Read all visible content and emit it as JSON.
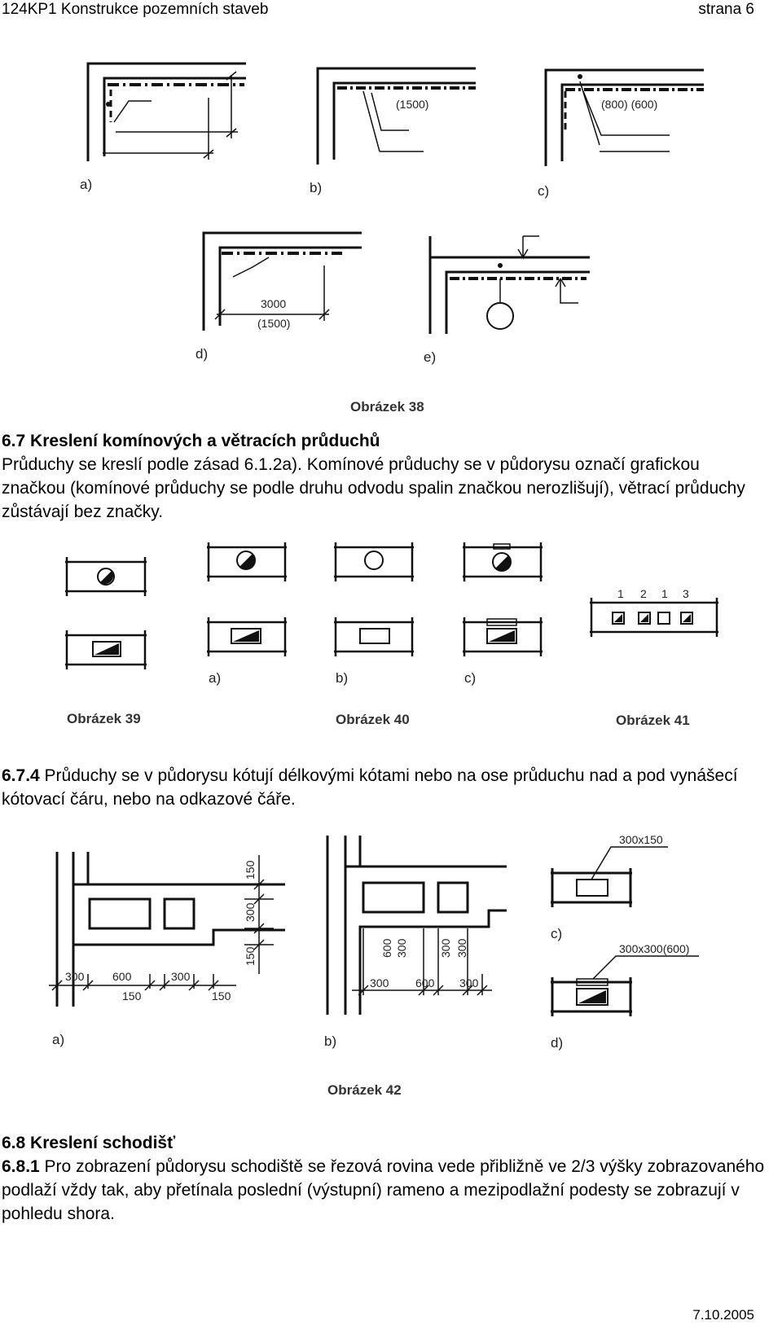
{
  "header": {
    "course": "124KP1  Konstrukce pozemních staveb",
    "page": "strana 6"
  },
  "figure38": {
    "caption": "Obrázek 38",
    "labels": [
      "a)",
      "b)",
      "c)",
      "d)",
      "e)"
    ],
    "dim_b": "(1500)",
    "dim_c": "(800) (600)",
    "dim_d_top": "3000",
    "dim_d_bottom": "(1500)"
  },
  "section_67": {
    "heading": "6.7 Kreslení komínových a větracích průduchů",
    "text": "Průduchy se kreslí podle zásad 6.1.2a). Komínové průduchy se v půdorysu označí grafickou značkou (komínové průduchy se podle druhu odvodu spalin značkou nerozlišují), větrací průduchy zůstávají bez značky."
  },
  "figure39": {
    "caption": "Obrázek 39"
  },
  "figure40": {
    "caption": "Obrázek 40",
    "labels": [
      "a)",
      "b)",
      "c)"
    ]
  },
  "figure41": {
    "caption": "Obrázek 41",
    "numbers": [
      "1",
      "2",
      "1",
      "3"
    ]
  },
  "section_674": {
    "number": "6.7.4",
    "text": " Průduchy se v půdorysu kótují délkovými kótami nebo na ose průduchu nad a pod vynášecí kótovací čáru, nebo na odkazové čáře."
  },
  "figure42": {
    "caption": "Obrázek 42",
    "labels": [
      "a)",
      "b)",
      "c)",
      "d)"
    ],
    "a_horizontal_top": [
      "300",
      "600",
      "300"
    ],
    "a_horizontal_bottom": [
      "150",
      "150"
    ],
    "a_vertical": [
      "150",
      "300",
      "150"
    ],
    "b_vertical": [
      "600",
      "300",
      "300",
      "300"
    ],
    "b_horizontal": [
      "300",
      "600",
      "300"
    ],
    "c_note": "300x150",
    "d_note": "300x300(600)"
  },
  "section_68": {
    "heading": "6.8 Kreslení schodišť"
  },
  "section_681": {
    "number": "6.8.1",
    "text": " Pro zobrazení půdorysu schodiště se řezová rovina vede přibližně ve 2/3 výšky zobrazovaného podlaží vždy tak, aby přetínala poslední (výstupní) rameno a mezipodlažní podesty se zobrazují v pohledu shora."
  },
  "footer": {
    "date": "7.10.2005"
  }
}
